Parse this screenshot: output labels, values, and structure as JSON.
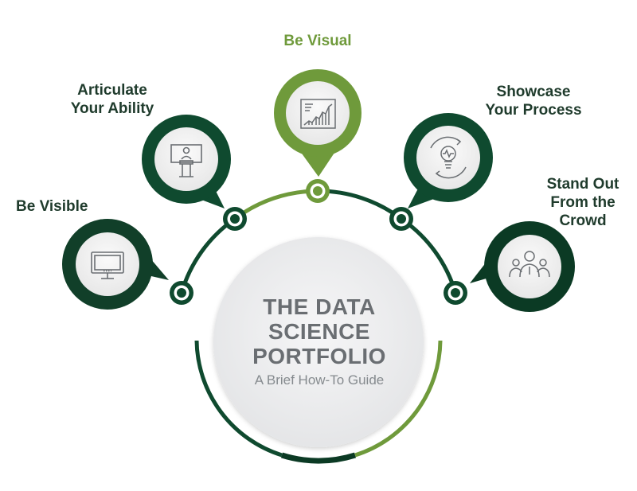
{
  "center": {
    "title_lines": [
      "THE DATA",
      "SCIENCE",
      "PORTFOLIO"
    ],
    "subtitle": "A Brief How-To Guide"
  },
  "steps": [
    {
      "lines": [
        "Be Visible"
      ],
      "icon": "monitor-icon"
    },
    {
      "lines": [
        "Articulate",
        "Your Ability"
      ],
      "icon": "presenter-podium-icon"
    },
    {
      "lines": [
        "Be Visual"
      ],
      "icon": "line-chart-board-icon"
    },
    {
      "lines": [
        "Showcase",
        "Your Process"
      ],
      "icon": "lightbulb-cycle-icon"
    },
    {
      "lines": [
        "Stand Out",
        "From the",
        "Crowd"
      ],
      "icon": "crowd-people-icon"
    }
  ],
  "colors": {
    "dark_green": "#0f4a2f",
    "darker_green": "#0b3a24",
    "light_green": "#6f9a3b",
    "center_circle": "#eeeff0",
    "icon_circle": "#f3f3f3",
    "title_gray": "#6a6e72",
    "label_dark": "#1f3b2c",
    "label_green": "#6f9a3b"
  }
}
